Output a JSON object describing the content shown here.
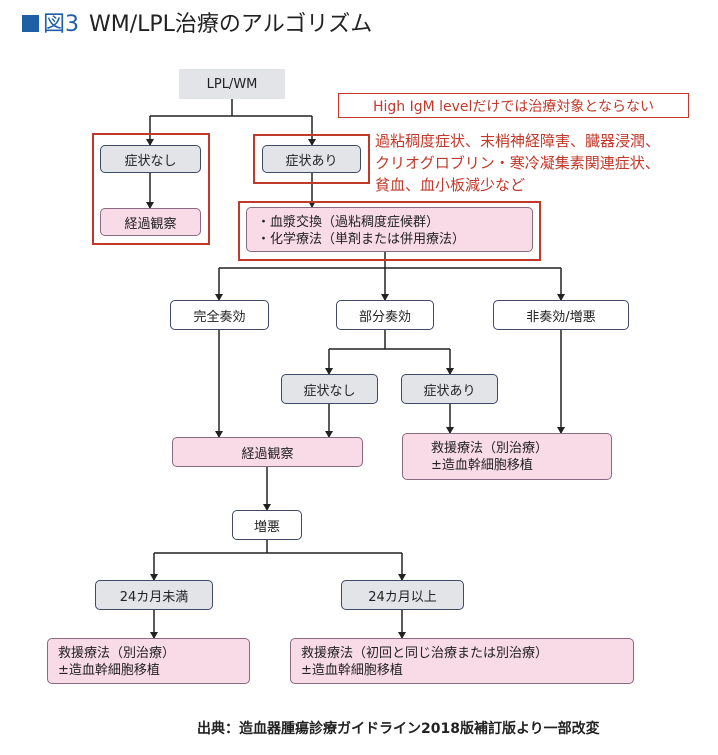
{
  "title": {
    "figure": "図3",
    "text": "WM/LPL治療のアルゴリズム"
  },
  "nodes": {
    "root": "LPL/WM",
    "no_symptoms_1": "症状なし",
    "observation_1": "経過観察",
    "symptoms_1": "症状あり",
    "treatment_line1": "・血漿交換（過粘稠度症候群）",
    "treatment_line2": "・化学療法（単剤または併用療法）",
    "complete_response": "完全奏効",
    "partial_response": "部分奏効",
    "non_response": "非奏効/増悪",
    "no_symptoms_2": "症状なし",
    "symptoms_2": "症状あり",
    "observation_2": "経過観察",
    "salvage_1_line1": "救援療法（別治療）",
    "salvage_1_line2": "±造血幹細胞移植",
    "progression": "増悪",
    "under_24": "24カ月未満",
    "over_24": "24カ月以上",
    "salvage_2_line1": "救援療法（別治療）",
    "salvage_2_line2": "±造血幹細胞移植",
    "salvage_3_line1": "救援療法（初回と同じ治療または別治療）",
    "salvage_3_line2": "±造血幹細胞移植"
  },
  "notes": {
    "igm_warning": "High IgM levelだけでは治療対象とならない",
    "indication_line1": "過粘稠度症状、末梢神経障害、臓器浸潤、",
    "indication_line2": "クリオグロブリン・寒冷凝集素関連症状、",
    "indication_line3": "貧血、血小板減少など"
  },
  "source": "出典：造血器腫瘍診療ガイドライン2018版補訂版より一部改変",
  "colors": {
    "accent_blue": "#1f5fa8",
    "highlight_red": "#c0392b",
    "pink_fill": "#f8dbe7",
    "gray_fill": "#e3e4e8"
  }
}
